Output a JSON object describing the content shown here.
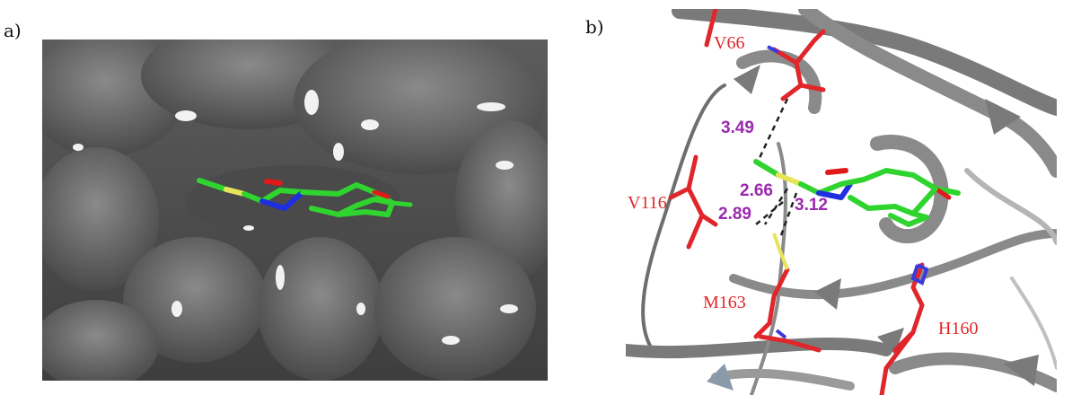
{
  "panels": {
    "a": {
      "label": "a)"
    },
    "b": {
      "label": "b)"
    }
  },
  "residues": [
    {
      "id": "v66",
      "label": "V66"
    },
    {
      "id": "v116",
      "label": "V116"
    },
    {
      "id": "m163",
      "label": "M163"
    },
    {
      "id": "h160",
      "label": "H160"
    }
  ],
  "distances": [
    {
      "id": "d1",
      "label": "3.49"
    },
    {
      "id": "d2",
      "label": "2.66"
    },
    {
      "id": "d3",
      "label": "3.12"
    },
    {
      "id": "d4",
      "label": "2.89"
    }
  ],
  "colors": {
    "residue": "#e0262a",
    "distance": "#9a28b0",
    "carbon": "#2fd42f",
    "nitrogen": "#1f2fe0",
    "oxygen": "#e01a1a",
    "sulfur": "#e8e45a",
    "ribbon": "#7a7a7a",
    "surface": "#6b6b6b"
  }
}
